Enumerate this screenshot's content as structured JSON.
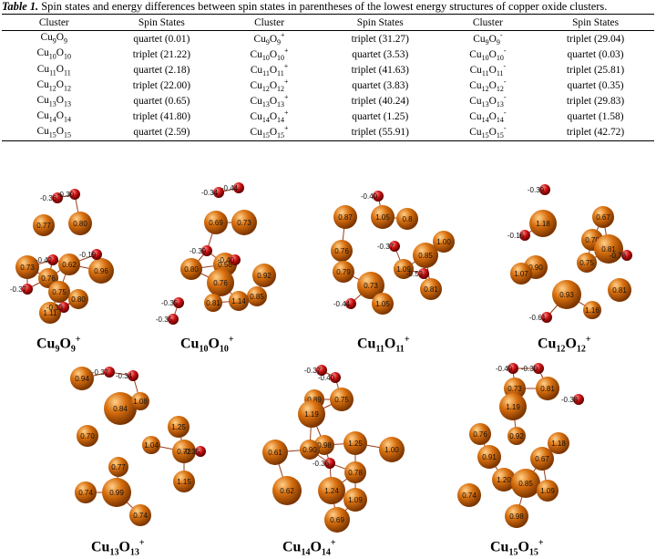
{
  "caption": {
    "bold": "Table 1.",
    "text": " Spin states and energy differences between spin states in parentheses of the lowest energy structures of copper oxide clusters."
  },
  "table": {
    "headers": [
      "Cluster",
      "Spin States",
      "Cluster",
      "Spin States",
      "Cluster",
      "Spin States"
    ],
    "rows": [
      [
        {
          "n": "9",
          "c": ""
        },
        "quartet (0.01)",
        {
          "n": "9",
          "c": "+"
        },
        "triplet (31.27)",
        {
          "n": "9",
          "c": "-"
        },
        "triplet (29.04)"
      ],
      [
        {
          "n": "10",
          "c": ""
        },
        "triplet (21.22)",
        {
          "n": "10",
          "c": "+"
        },
        "quartet (3.53)",
        {
          "n": "10",
          "c": "-"
        },
        "quartet (0.03)"
      ],
      [
        {
          "n": "11",
          "c": ""
        },
        "quartet (2.18)",
        {
          "n": "11",
          "c": "+"
        },
        "triplet (41.63)",
        {
          "n": "11",
          "c": "-"
        },
        "triplet (25.81)"
      ],
      [
        {
          "n": "12",
          "c": ""
        },
        "triplet (22.00)",
        {
          "n": "12",
          "c": "+"
        },
        "quartet (3.83)",
        {
          "n": "12",
          "c": "-"
        },
        "quartet (0.35)"
      ],
      [
        {
          "n": "13",
          "c": ""
        },
        "quartet (0.65)",
        {
          "n": "13",
          "c": "+"
        },
        "triplet (40.24)",
        {
          "n": "13",
          "c": "-"
        },
        "triplet (29.83)"
      ],
      [
        {
          "n": "14",
          "c": ""
        },
        "triplet (41.80)",
        {
          "n": "14",
          "c": "+"
        },
        "quartet (1.25)",
        {
          "n": "14",
          "c": "-"
        },
        "quartet (1.58)"
      ],
      [
        {
          "n": "15",
          "c": ""
        },
        "quartet (2.59)",
        {
          "n": "15",
          "c": "+"
        },
        "triplet (55.91)",
        {
          "n": "15",
          "c": "-"
        },
        "triplet (42.72)"
      ]
    ]
  },
  "colors": {
    "copper": "#d9700f",
    "oxygen": "#cc1111",
    "bond": "#9a3a1a"
  },
  "figures": [
    {
      "label": "9",
      "cu": [
        "0.77",
        "0.80",
        "0.73",
        "0.62",
        "0.76",
        "0.75",
        "0.96",
        "0.80",
        "1.11"
      ],
      "o": [
        "-0.36",
        "-0.30",
        "-0.42",
        "-0.19",
        "-0.37",
        "-0.33"
      ]
    },
    {
      "label": "10",
      "cu": [
        "0.69",
        "0.73",
        "0.56",
        "0.80",
        "0.76",
        "0.92",
        "0.85",
        "0.81",
        "1.14"
      ],
      "o": [
        "-0.34",
        "-0.44",
        "-0.39",
        "-0.40",
        "-0.35",
        "-0.35"
      ]
    },
    {
      "label": "11",
      "cu": [
        "0.87",
        "1.05",
        "0.76",
        "0.8",
        "1.00",
        "0.85",
        "1.09",
        "0.79",
        "0.73",
        "0.81",
        "1.05"
      ],
      "o": [
        "-0.40",
        "-0.37",
        "-0.44",
        "-0.53"
      ]
    },
    {
      "label": "12",
      "cu": [
        "1.18",
        "0.67",
        "0.90",
        "0.70",
        "0.81",
        "0.75",
        "1.07",
        "0.93",
        "0.81",
        "1.16"
      ],
      "o": [
        "-0.39",
        "-0.16",
        "-0.78",
        "-0.61"
      ]
    },
    {
      "label": "13",
      "cu": [
        "0.94",
        "0.84",
        "1.08",
        "0.70",
        "1.25",
        "0.72",
        "0.77",
        "1.04",
        "0.99",
        "1.15",
        "0.74",
        "0.74"
      ],
      "o": [
        "-0.37",
        "-0.34",
        "-0.35"
      ]
    },
    {
      "label": "14",
      "cu": [
        "0.89",
        "0.75",
        "1.19",
        "0.61",
        "1.25",
        "1.00",
        "0.98",
        "0.90",
        "0.78",
        "1.24",
        "0.62",
        "1.09",
        "0.69"
      ],
      "o": [
        "-0.37",
        "-0.40",
        "-0.36"
      ]
    },
    {
      "label": "15",
      "cu": [
        "0.73",
        "0.81",
        "1.19",
        "1.18",
        "0.76",
        "0.92",
        "0.91",
        "0.67",
        "1.20",
        "0.85",
        "1.09",
        "0.74",
        "0.98"
      ],
      "o": [
        "-0.49",
        "-0.30",
        "-0.38"
      ]
    }
  ]
}
